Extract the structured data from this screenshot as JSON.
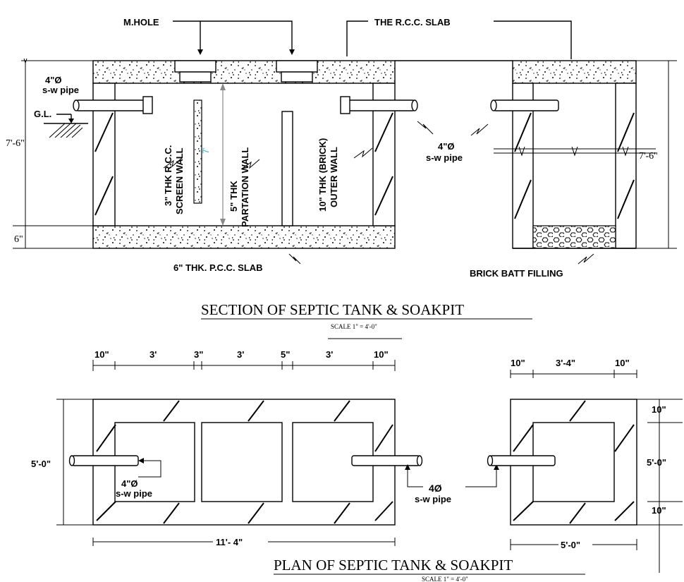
{
  "labels": {
    "manhole": "M.HOLE",
    "rcc_slab": "THE R.C.C. SLAB",
    "inlet_pipe_size": "4\"Ø",
    "pipe_text": "s-w pipe",
    "ground_level": "G.L.",
    "screen_wall_1": "3\" THK R.C.C.",
    "screen_wall_2": "SCREEN WALL",
    "partition_1": "5\" THK",
    "partition_2": "PARTATION WALL",
    "outer_1": "10\" THK (BRICK)",
    "outer_2": "OUTER WALL",
    "mid_pipe_size": "4\"Ø",
    "pcc_slab": "6\" THK. P.C.C. SLAB",
    "brick_batt": "BRICK BATT FILLING",
    "inner_height": "7'",
    "plan_pipe_size_left": "4\"Ø",
    "plan_pipe_size_mid": "4Ø"
  },
  "section": {
    "title": "SECTION OF SEPTIC TANK & SOAKPIT",
    "scale": "SCALE 1\" = 4'-0\"",
    "dim_height_left": "7'-6\"",
    "dim_base_left": "6\"",
    "dim_height_right": "7'-6\""
  },
  "plan": {
    "title": "PLAN OF SEPTIC TANK & SOAKPIT",
    "scale": "SCALE 1\" = 4'-0\"",
    "top_dims": [
      "10\"",
      "3'",
      "3\"",
      "3'",
      "5\"",
      "3'",
      "10\""
    ],
    "soak_top_dims": [
      "10\"",
      "3'-4\"",
      "10\""
    ],
    "width_left": "5'-0\"",
    "length_total": "11'- 4\"",
    "soak_length": "5'-0\"",
    "soak_right_dims": [
      "10\"",
      "5'-0\"",
      "10\""
    ]
  }
}
